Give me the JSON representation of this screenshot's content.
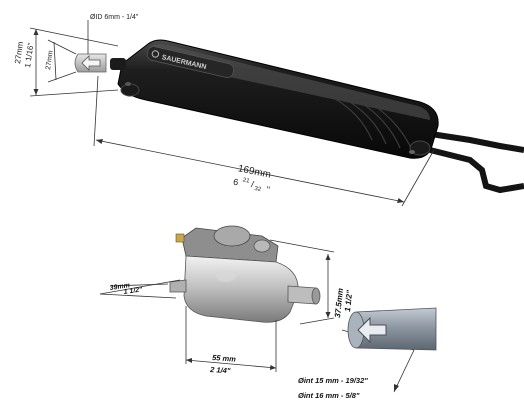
{
  "top_drawing": {
    "inlet_label": "ØID 6mm - 1/4\"",
    "height_mm": "27mm",
    "height_in": "1 1/16\"",
    "depth_mm": "27mm",
    "length_mm": "169mm",
    "length_in_whole": "6",
    "length_in_num": "21",
    "length_in_den": "32",
    "length_in_quote": "\"",
    "brand": "SAUERMANN"
  },
  "bottom_drawing": {
    "width_mm": "39mm",
    "width_in": "1 1/2\"",
    "height_mm": "37.5mm",
    "height_in": "1 1/2\"",
    "length_mm": "55 mm",
    "length_in": "2 1/4\"",
    "tube_15": "Øint 15 mm - 19/32\"",
    "tube_16": "Øint 16 mm - 5/8\""
  }
}
